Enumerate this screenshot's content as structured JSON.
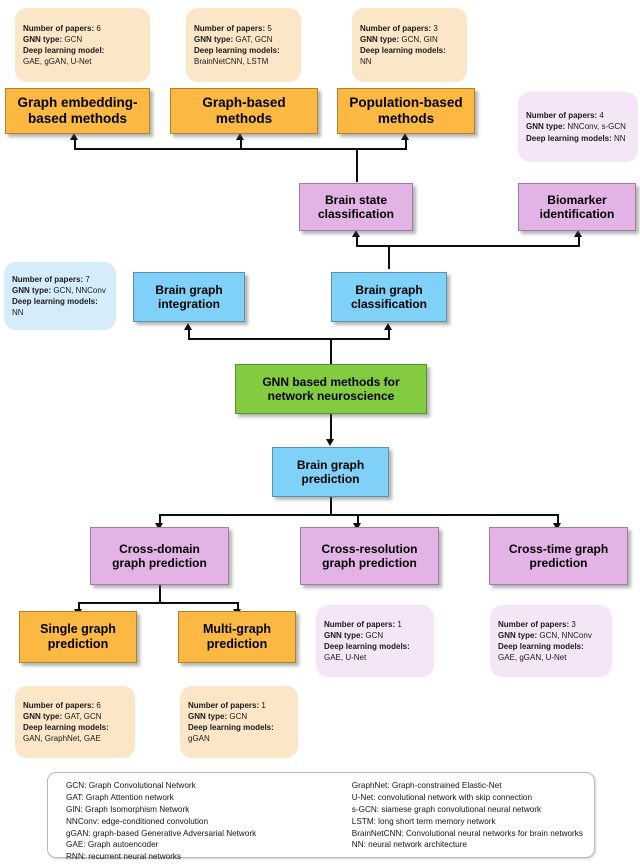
{
  "diagram": {
    "title": "GNN based methods for network neuroscience taxonomy",
    "colors": {
      "orange": "#fbb843",
      "purple": "#e3b3e6",
      "blue": "#7fd1f7",
      "green": "#84cc3f",
      "info_cream": "#fbe6c8",
      "info_blue": "#d5ecfa",
      "info_purple": "#f5e6f7"
    }
  },
  "nodes": {
    "graph_embedding": "Graph embedding-\nbased methods",
    "graph_based": "Graph-based\nmethods",
    "population_based": "Population-based\nmethods",
    "brain_state_classification": "Brain state\nclassification",
    "biomarker_identification": "Biomarker\nidentification",
    "brain_graph_integration": "Brain graph\nintegration",
    "brain_graph_classification": "Brain graph\nclassification",
    "root": "GNN based methods for\nnetwork neuroscience",
    "brain_graph_prediction": "Brain graph\nprediction",
    "cross_domain": "Cross-domain\ngraph prediction",
    "cross_resolution": "Cross-resolution\ngraph prediction",
    "cross_time": "Cross-time graph\nprediction",
    "single_graph": "Single graph\nprediction",
    "multi_graph": "Multi-graph\nprediction"
  },
  "info_boxes": {
    "graph_embedding": {
      "papers_label": "Number of papers:",
      "papers_value": "6",
      "gnn_label": "GNN type:",
      "gnn_value": "GCN",
      "dl_label": "Deep learning model:",
      "dl_value": "GAE, gGAN, U-Net"
    },
    "graph_based": {
      "papers_label": "Number of papers:",
      "papers_value": "5",
      "gnn_label": "GNN type:",
      "gnn_value": "GAT, GCN",
      "dl_label": "Deep learning models:",
      "dl_value": "BrainNetCNN, LSTM"
    },
    "population_based": {
      "papers_label": "Number of papers:",
      "papers_value": "3",
      "gnn_label": "GNN type:",
      "gnn_value": "GCN, GIN",
      "dl_label": "Deep learning models:",
      "dl_value": "NN"
    },
    "biomarker": {
      "papers_label": "Number of papers:",
      "papers_value": "4",
      "gnn_label": "GNN type:",
      "gnn_value": "NNConv, s-GCN",
      "dl_label": "Deep learning models:",
      "dl_value": "NN"
    },
    "brain_graph_integration": {
      "papers_label": "Number of papers:",
      "papers_value": "7",
      "gnn_label": "GNN type:",
      "gnn_value": "GCN, NNConv",
      "dl_label": "Deep learning models:",
      "dl_value": "NN"
    },
    "cross_resolution": {
      "papers_label": "Number of papers:",
      "papers_value": "1",
      "gnn_label": "GNN type:",
      "gnn_value": "GCN",
      "dl_label": "Deep learning models:",
      "dl_value": "GAE, U-Net"
    },
    "cross_time": {
      "papers_label": "Number of papers:",
      "papers_value": "3",
      "gnn_label": "GNN type:",
      "gnn_value": "GCN, NNConv",
      "dl_label": "Deep learning models:",
      "dl_value": "GAE, gGAN, U-Net"
    },
    "single_graph": {
      "papers_label": "Number of papers:",
      "papers_value": "6",
      "gnn_label": "GNN type:",
      "gnn_value": "GAT, GCN",
      "dl_label": "Deep learning models:",
      "dl_value": "GAN, GraphNet, GAE"
    },
    "multi_graph": {
      "papers_label": "Number of papers:",
      "papers_value": "1",
      "gnn_label": "GNN type:",
      "gnn_value": "GCN",
      "dl_label": "Deep learning models:",
      "dl_value": "gGAN"
    }
  },
  "legend": {
    "left": [
      "GCN: Graph Convolutional  Network",
      "GAT: Graph Attention network",
      "GIN: Graph Isomorphism Network",
      "NNConv: edge-conditioned convolution",
      "gGAN: graph-based Generative Adversarial Network",
      "GAE: Graph autoencoder",
      "RNN: recurrent neural networks"
    ],
    "right": [
      "GraphNet: Graph-constrained Elastic-Net",
      "U-Net: convolutional network with skip connection",
      "s-GCN: siamese graph convolutional neural network",
      "LSTM: long short term memory network",
      "BrainNetCNN: Convolutional neural networks for brain networks",
      "NN: neural network architecture"
    ]
  }
}
